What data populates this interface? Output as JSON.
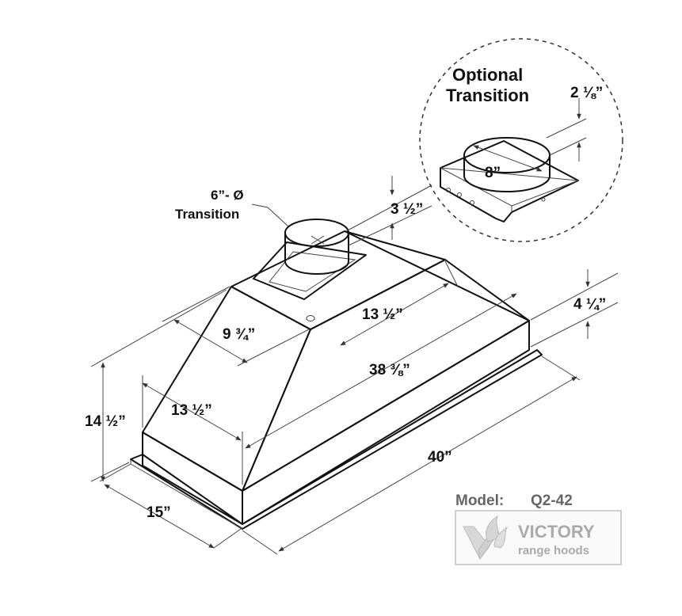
{
  "optional_transition": {
    "title_line1": "Optional",
    "title_line2": "Transition",
    "diameter": "8”",
    "height": "2 ⅛”"
  },
  "transition_6": {
    "line1": "6”- Ø",
    "line2": "Transition"
  },
  "dimensions": {
    "transition_height": "3 ½”",
    "top_depth": "9 ¾”",
    "top_width": "13 ½”",
    "body_height": "4 ¼”",
    "inner_width": "38 ⅜”",
    "inner_depth": "13 ½”",
    "total_height": "14 ½”",
    "depth": "15”",
    "width": "40”"
  },
  "model": {
    "label": "Model:",
    "value": "Q2-42"
  },
  "logo": {
    "brand": "VICTORY",
    "tagline": "range hoods"
  }
}
